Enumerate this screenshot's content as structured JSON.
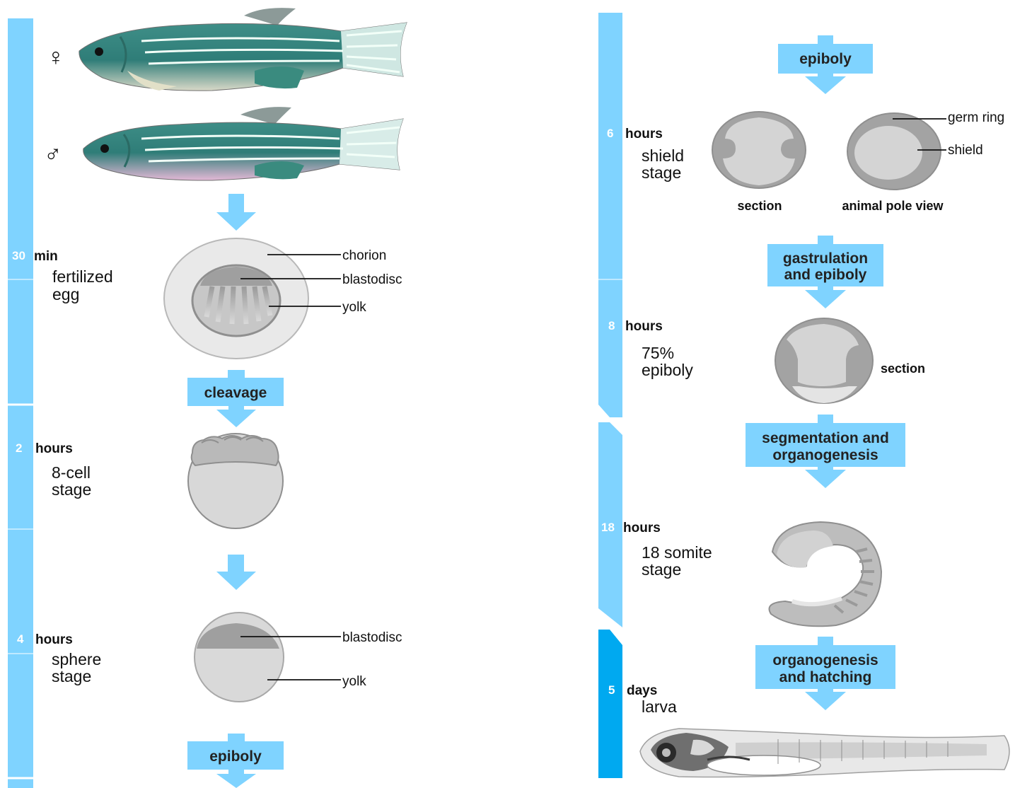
{
  "colors": {
    "bar": "#7fd3ff",
    "bar_dark": "#00a9f0",
    "arrow": "#7fd3ff",
    "gray_dark": "#9a9a9a",
    "gray_mid": "#c9c9c9",
    "gray_light": "#e4e4e4"
  },
  "sex_symbols": {
    "female": "♀",
    "male": "♂"
  },
  "left": {
    "egg": {
      "num": "30",
      "unit": "min",
      "stage_line1": "fertilized",
      "stage_line2": "egg",
      "label_chorion": "chorion",
      "label_blastodisc": "blastodisc",
      "label_yolk": "yolk"
    },
    "cleavage": "cleavage",
    "eight_cell": {
      "num": "2",
      "unit": "hours",
      "stage_line1": "8-cell",
      "stage_line2": "stage"
    },
    "sphere": {
      "num": "4",
      "unit": "hours",
      "stage_line1": "sphere",
      "stage_line2": "stage",
      "label_blastodisc": "blastodisc",
      "label_yolk": "yolk"
    },
    "epiboly": "epiboly"
  },
  "right": {
    "epiboly": "epiboly",
    "shield": {
      "num": "6",
      "unit": "hours",
      "stage_line1": "shield",
      "stage_line2": "stage",
      "label_germ_ring": "germ ring",
      "label_shield": "shield",
      "caption_section": "section",
      "caption_animal": "animal pole view"
    },
    "gastrulation": {
      "line1": "gastrulation",
      "line2": "and epiboly"
    },
    "epiboly75": {
      "num": "8",
      "unit": "hours",
      "stage_line1": "75%",
      "stage_line2": "epiboly",
      "label_section": "section"
    },
    "segmentation": {
      "line1": "segmentation and",
      "line2": "organogenesis"
    },
    "somite": {
      "num": "18",
      "unit": "hours",
      "stage_line1": "18 somite",
      "stage_line2": "stage"
    },
    "hatching": {
      "line1": "organogenesis",
      "line2": "and hatching"
    },
    "larva": {
      "num": "5",
      "unit": "days",
      "stage_line1": "larva"
    }
  }
}
